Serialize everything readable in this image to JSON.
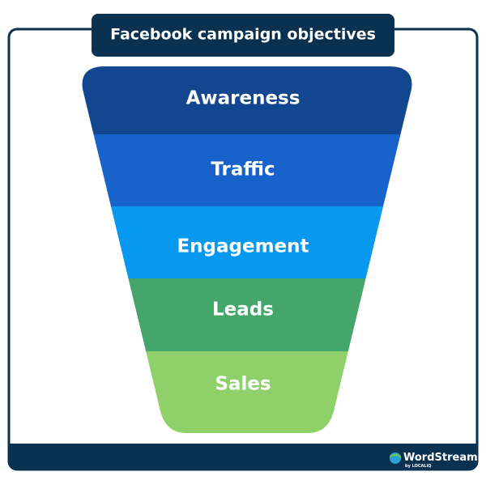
{
  "title": "Facebook campaign objectives",
  "stages": [
    {
      "label": "Awareness",
      "color": "#12468f"
    },
    {
      "label": "Traffic",
      "color": "#1862cc"
    },
    {
      "label": "Engagement",
      "color": "#0798f0"
    },
    {
      "label": "Leads",
      "color": "#44a66b"
    },
    {
      "label": "Sales",
      "color": "#8fd06a"
    }
  ],
  "brand": {
    "name": "WordStream",
    "sub": "by LOCALiQ",
    "dark": "#0a3150"
  }
}
